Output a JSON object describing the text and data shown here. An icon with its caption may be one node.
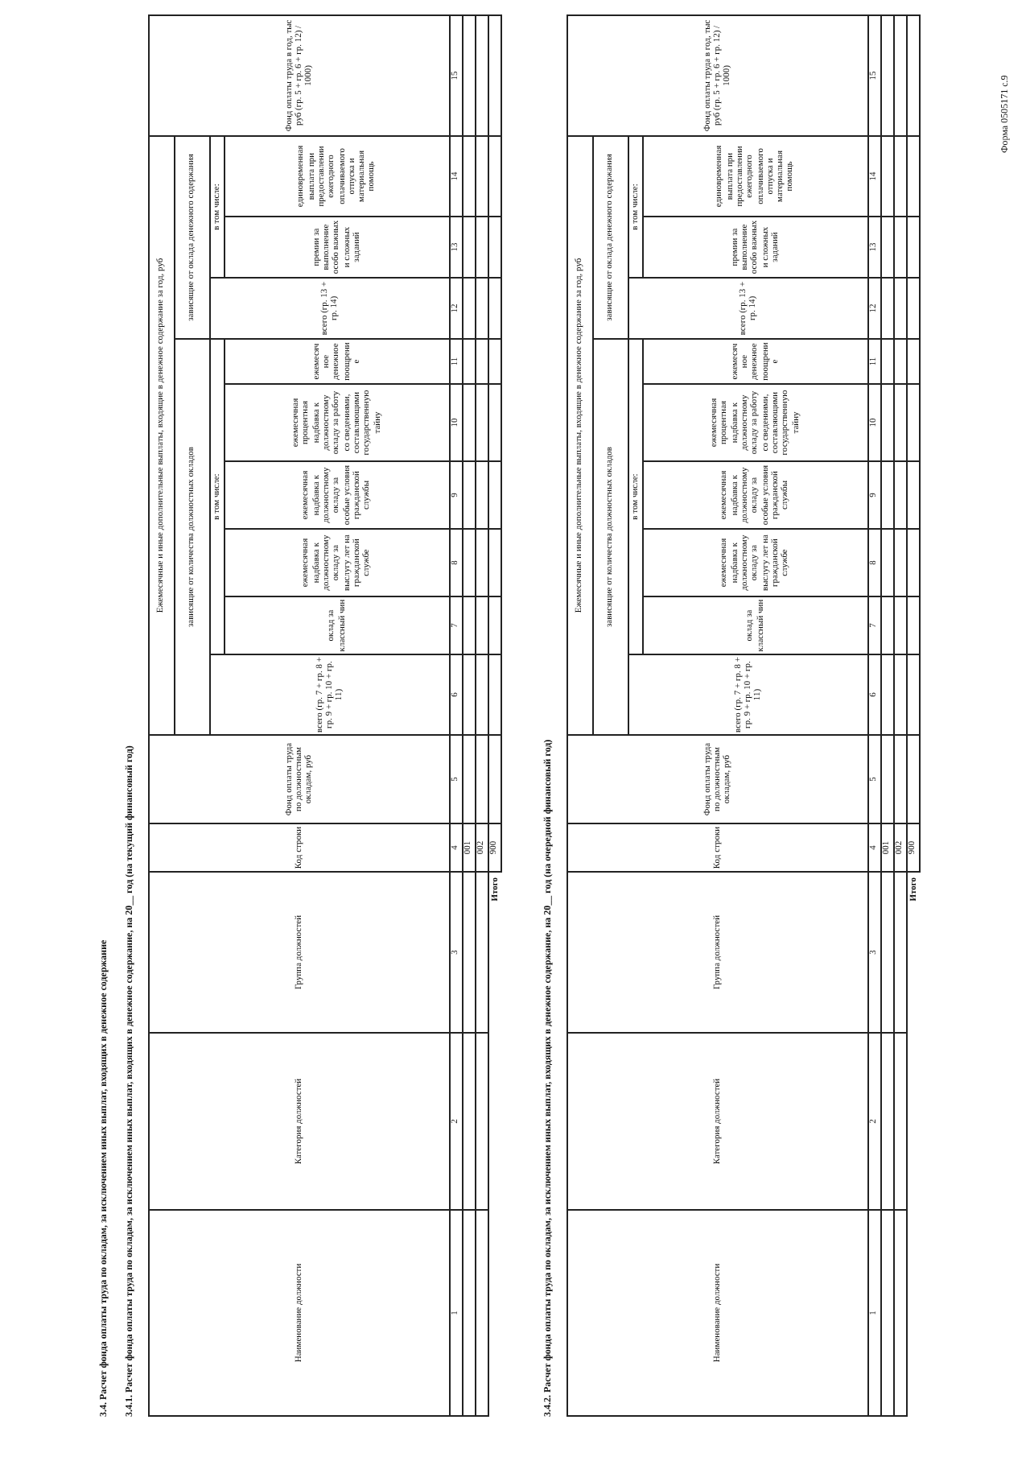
{
  "diagram": {
    "labels": [
      "Форма 0505171 с.9",
      "3.4. Расчет фонда оплаты труда по окладам, за исключением иных выплат, входящих в денежное содержание",
      "3.4.1. Расчет фонда оплаты труда по окладам, за исключением иных выплат, входящих в денежное содержание, на 20__ год (на текущий финансовый год)",
      "Наименование должности",
      "Категория должностей",
      "Группа должностей",
      "Код строки",
      "Фонд оплаты труда по должностным окладам, руб",
      "Ежемесячные и иные дополнительные выплаты, входящие в денежное содержание за год, руб",
      "Фонд оплаты труда в год, тыс руб (гр. 5 + гр. 6 + гр. 12) / 1000)",
      "зависящие от количества должностных окладов",
      "зависящие от оклада денежного содержания",
      "всего (гр. 7 + гр. 8 + гр. 9 + гр. 10 + гр. 11)",
      "в том числе:",
      "всего (гр. 13 + гр. 14)",
      "в том числе:",
      "оклад за классный чин",
      "ежемесячная надбавка к должностному окладу за выслугу лет на гражданской службе",
      "ежемесячная надбавка к должностному окладу за особые условия гражданской службы",
      "ежемесячная процентная надбавка к должностному окладу за работу со сведениями, составляющими государственную тайну",
      "ежемесячное денежное поощрение",
      "премии за выполнение особо важных и сложных заданий",
      "единовременная выплата при предоставлении ежегодного оплачиваемого отпуска и материальная помощь",
      "1",
      "2",
      "3",
      "4",
      "5",
      "6",
      "7",
      "8",
      "9",
      "10",
      "11",
      "12",
      "13",
      "14",
      "15",
      "001",
      "002",
      "Итого",
      "900",
      "3.4.2. Расчет фонда оплаты труда по окладам, за исключением иных выплат, входящих в денежное содержание, на 20__ год (на очередной финансовый год)",
      "Наименование должности",
      "Категория должностей",
      "Группа должностей",
      "Код строки",
      "Фонд оплаты труда по должностным окладам, руб",
      "Ежемесячные и иные дополнительные выплаты, входящие в денежное содержание за год, руб",
      "Фонд оплаты труда в год, тыс руб (гр. 5 + гр. 6 + гр. 12) / 1000)",
      "зависящие от количества должностных окладов",
      "зависящие от оклада денежного содержания",
      "всего (гр. 7 + гр. 8 + гр. 9 + гр. 10 + гр. 11)",
      "в том числе:",
      "всего (гр. 13 + гр. 14)",
      "в том числе:",
      "оклад за классный чин",
      "ежемесячная надбавка к должностному окладу за выслугу лет на гражданской службе",
      "ежемесячная надбавка к должностному окладу за особые условия гражданской службы",
      "ежемесячная процентная надбавка к должностному окладу за работу со сведениями, составляющими государственную тайну",
      "ежемесячное денежное поощрение",
      "премии за выполнение особо важных и сложных заданий",
      "единовременная выплата при предоставлении ежегодного оплачиваемого отпуска и материальная помощь",
      "1",
      "2",
      "3",
      "4",
      "5",
      "6",
      "7",
      "8",
      "9",
      "10",
      "11",
      "12",
      "13",
      "14",
      "15",
      "001",
      "002",
      "Итого",
      "900"
    ]
  }
}
